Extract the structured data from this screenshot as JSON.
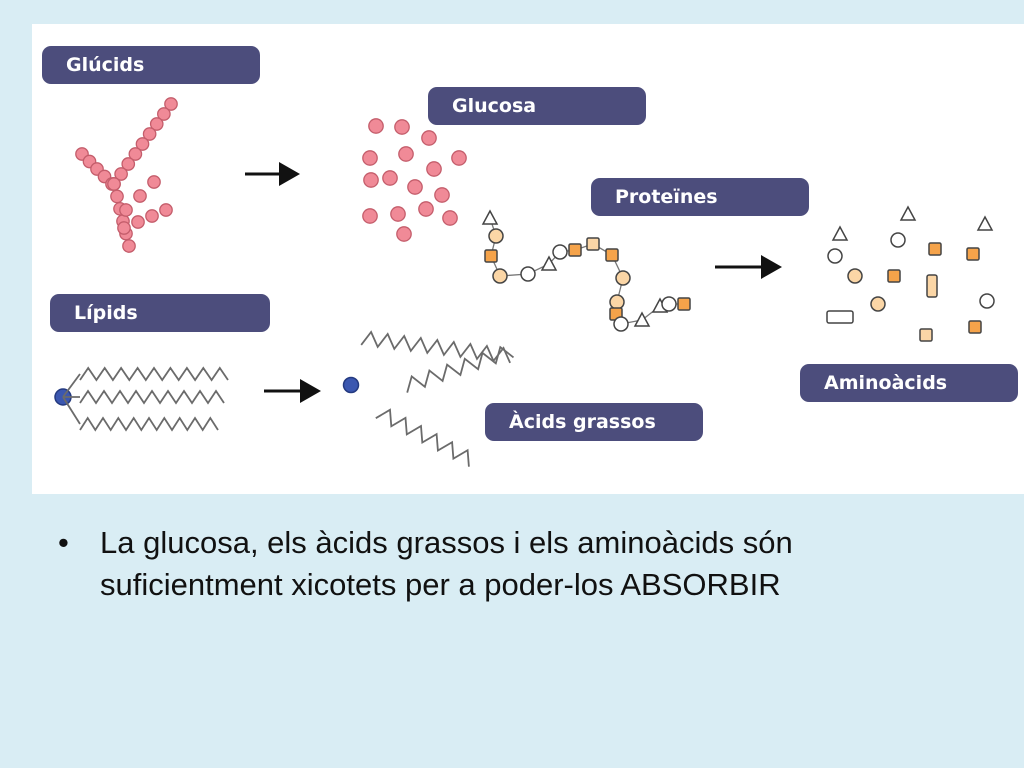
{
  "diagram": {
    "labels": {
      "glucids": "Glúcids",
      "glucosa": "Glucosa",
      "proteines": "Proteïnes",
      "lipids": "Lípids",
      "acids_grassos": "Àcids grassos",
      "aminoacids": "Aminoàcids"
    },
    "colors": {
      "label_bg": "#4c4d7c",
      "glucose": "#f08a97",
      "amino_orange": "#f5a34a",
      "amino_peach": "#fbd6a6",
      "glycerol": "#3b57b0",
      "chain": "#6b6b6b"
    }
  },
  "bullet": {
    "icon": "bullet-dot",
    "text": "La glucosa, els àcids grassos i els aminoàcids són suficientment xicotets per a poder-los ABSORBIR"
  }
}
